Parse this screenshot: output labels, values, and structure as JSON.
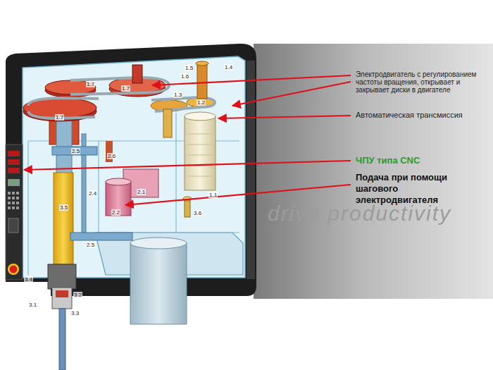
{
  "diagram": {
    "labels": [
      "Электродвигатель с регулированием частоты вращения, открывает и закрывает диски в двигателе",
      "Автоматическая трансмиссия",
      "ЧПУ типа CNC",
      "Подача при помощи шагового электродвигателя",
      "drive productivity",
      "1.4",
      "1.5",
      "1.6",
      "1.7",
      "1.7",
      "1.3",
      "1.2",
      "1.7",
      "2.5",
      "2.6",
      "2.4",
      "2.1",
      "1.1",
      "3.5",
      "2.2",
      "3.6",
      "2.5",
      "3.4",
      "3.2",
      "3.1",
      "3.3"
    ]
  }
}
